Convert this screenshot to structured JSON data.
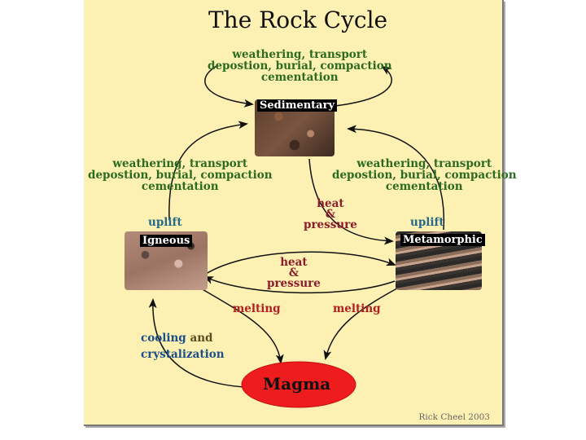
{
  "title": "The Rock Cycle",
  "process_top": [
    "weathering, transport",
    "depostion, burial, compaction",
    "cementation"
  ],
  "process_left": [
    "weathering, transport",
    "depostion, burial, compaction",
    "cementation"
  ],
  "process_right": [
    "weathering, transport",
    "depostion, burial, compaction",
    "cementation"
  ],
  "heat_pressure_upper": [
    "heat",
    "&",
    "pressure"
  ],
  "heat_pressure_lower": [
    "heat",
    "&",
    "pressure"
  ],
  "uplift_left": "uplift",
  "uplift_right": "uplift",
  "rocks": {
    "sedimentary": "Sedimentary",
    "igneous": "Igneous",
    "metamorphic": "Metamorphic"
  },
  "melting_left": "melting",
  "melting_right": "melting",
  "cooling": {
    "word1": "cooling",
    "and": "and",
    "line2": "crystalization"
  },
  "magma": "Magma",
  "credit": "Rick Cheel 2003",
  "colors": {
    "background": "#fdf0b3",
    "process_text": "#2b6b1f",
    "melting_text": "#b02020",
    "heat_pressure_text": "#8b1c2c",
    "uplift_text": "#256a8a",
    "magma_fill": "#ee1c1c"
  }
}
